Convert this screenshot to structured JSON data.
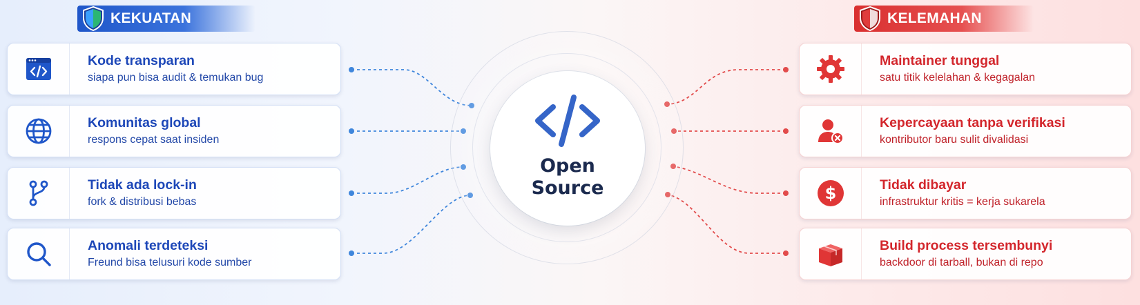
{
  "hub": {
    "title_line1": "Open",
    "title_line2": "Source",
    "icon": "code-brackets-icon"
  },
  "strengths": {
    "title": "KEKUATAN",
    "icon": "shield-icon",
    "accent": "#1f56c9",
    "items": [
      {
        "title": "Kode transparan",
        "subtitle": "siapa pun bisa audit & temukan bug",
        "icon": "code-window-icon"
      },
      {
        "title": "Komunitas global",
        "subtitle": "respons cepat saat insiden",
        "icon": "globe-icon"
      },
      {
        "title": "Tidak ada lock-in",
        "subtitle": "fork & distribusi bebas",
        "icon": "git-fork-icon"
      },
      {
        "title": "Anomali terdeteksi",
        "subtitle": "Freund bisa telusuri kode sumber",
        "icon": "search-icon"
      }
    ]
  },
  "weaknesses": {
    "title": "KELEMAHAN",
    "icon": "shield-icon",
    "accent": "#d92f2f",
    "items": [
      {
        "title": "Maintainer tunggal",
        "subtitle": "satu titik kelelahan & kegagalan",
        "icon": "gear-icon"
      },
      {
        "title": "Kepercayaan tanpa verifikasi",
        "subtitle": "kontributor baru sulit divalidasi",
        "icon": "user-x-icon"
      },
      {
        "title": "Tidak dibayar",
        "subtitle": "infrastruktur kritis = kerja sukarela",
        "icon": "dollar-icon"
      },
      {
        "title": "Build process tersembunyi",
        "subtitle": "backdoor di tarball, bukan di repo",
        "icon": "box-icon"
      }
    ]
  }
}
